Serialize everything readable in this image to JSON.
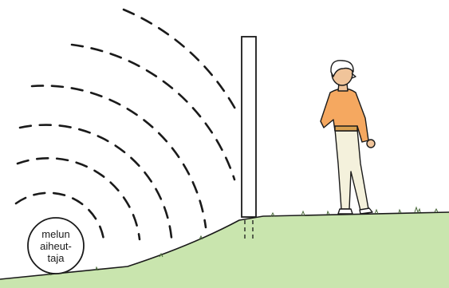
{
  "illustration": {
    "source_label_lines": [
      "melun",
      "aiheut-",
      "taja"
    ],
    "colors": {
      "line": "#1a1a1a",
      "ground": "#bfe0a0",
      "ground_edge": "#6f8f5a",
      "skin": "#f0c49a",
      "shirt": "#f5a860",
      "trousers": "#f4f1dc",
      "belt": "#d8a050",
      "wall": "#ffffff"
    },
    "icons": {
      "noise_source": "circle-noise-source-icon",
      "sound_waves": "dashed-arc-waves-icon",
      "barrier": "noise-barrier-wall-icon",
      "listener": "standing-person-icon"
    }
  }
}
